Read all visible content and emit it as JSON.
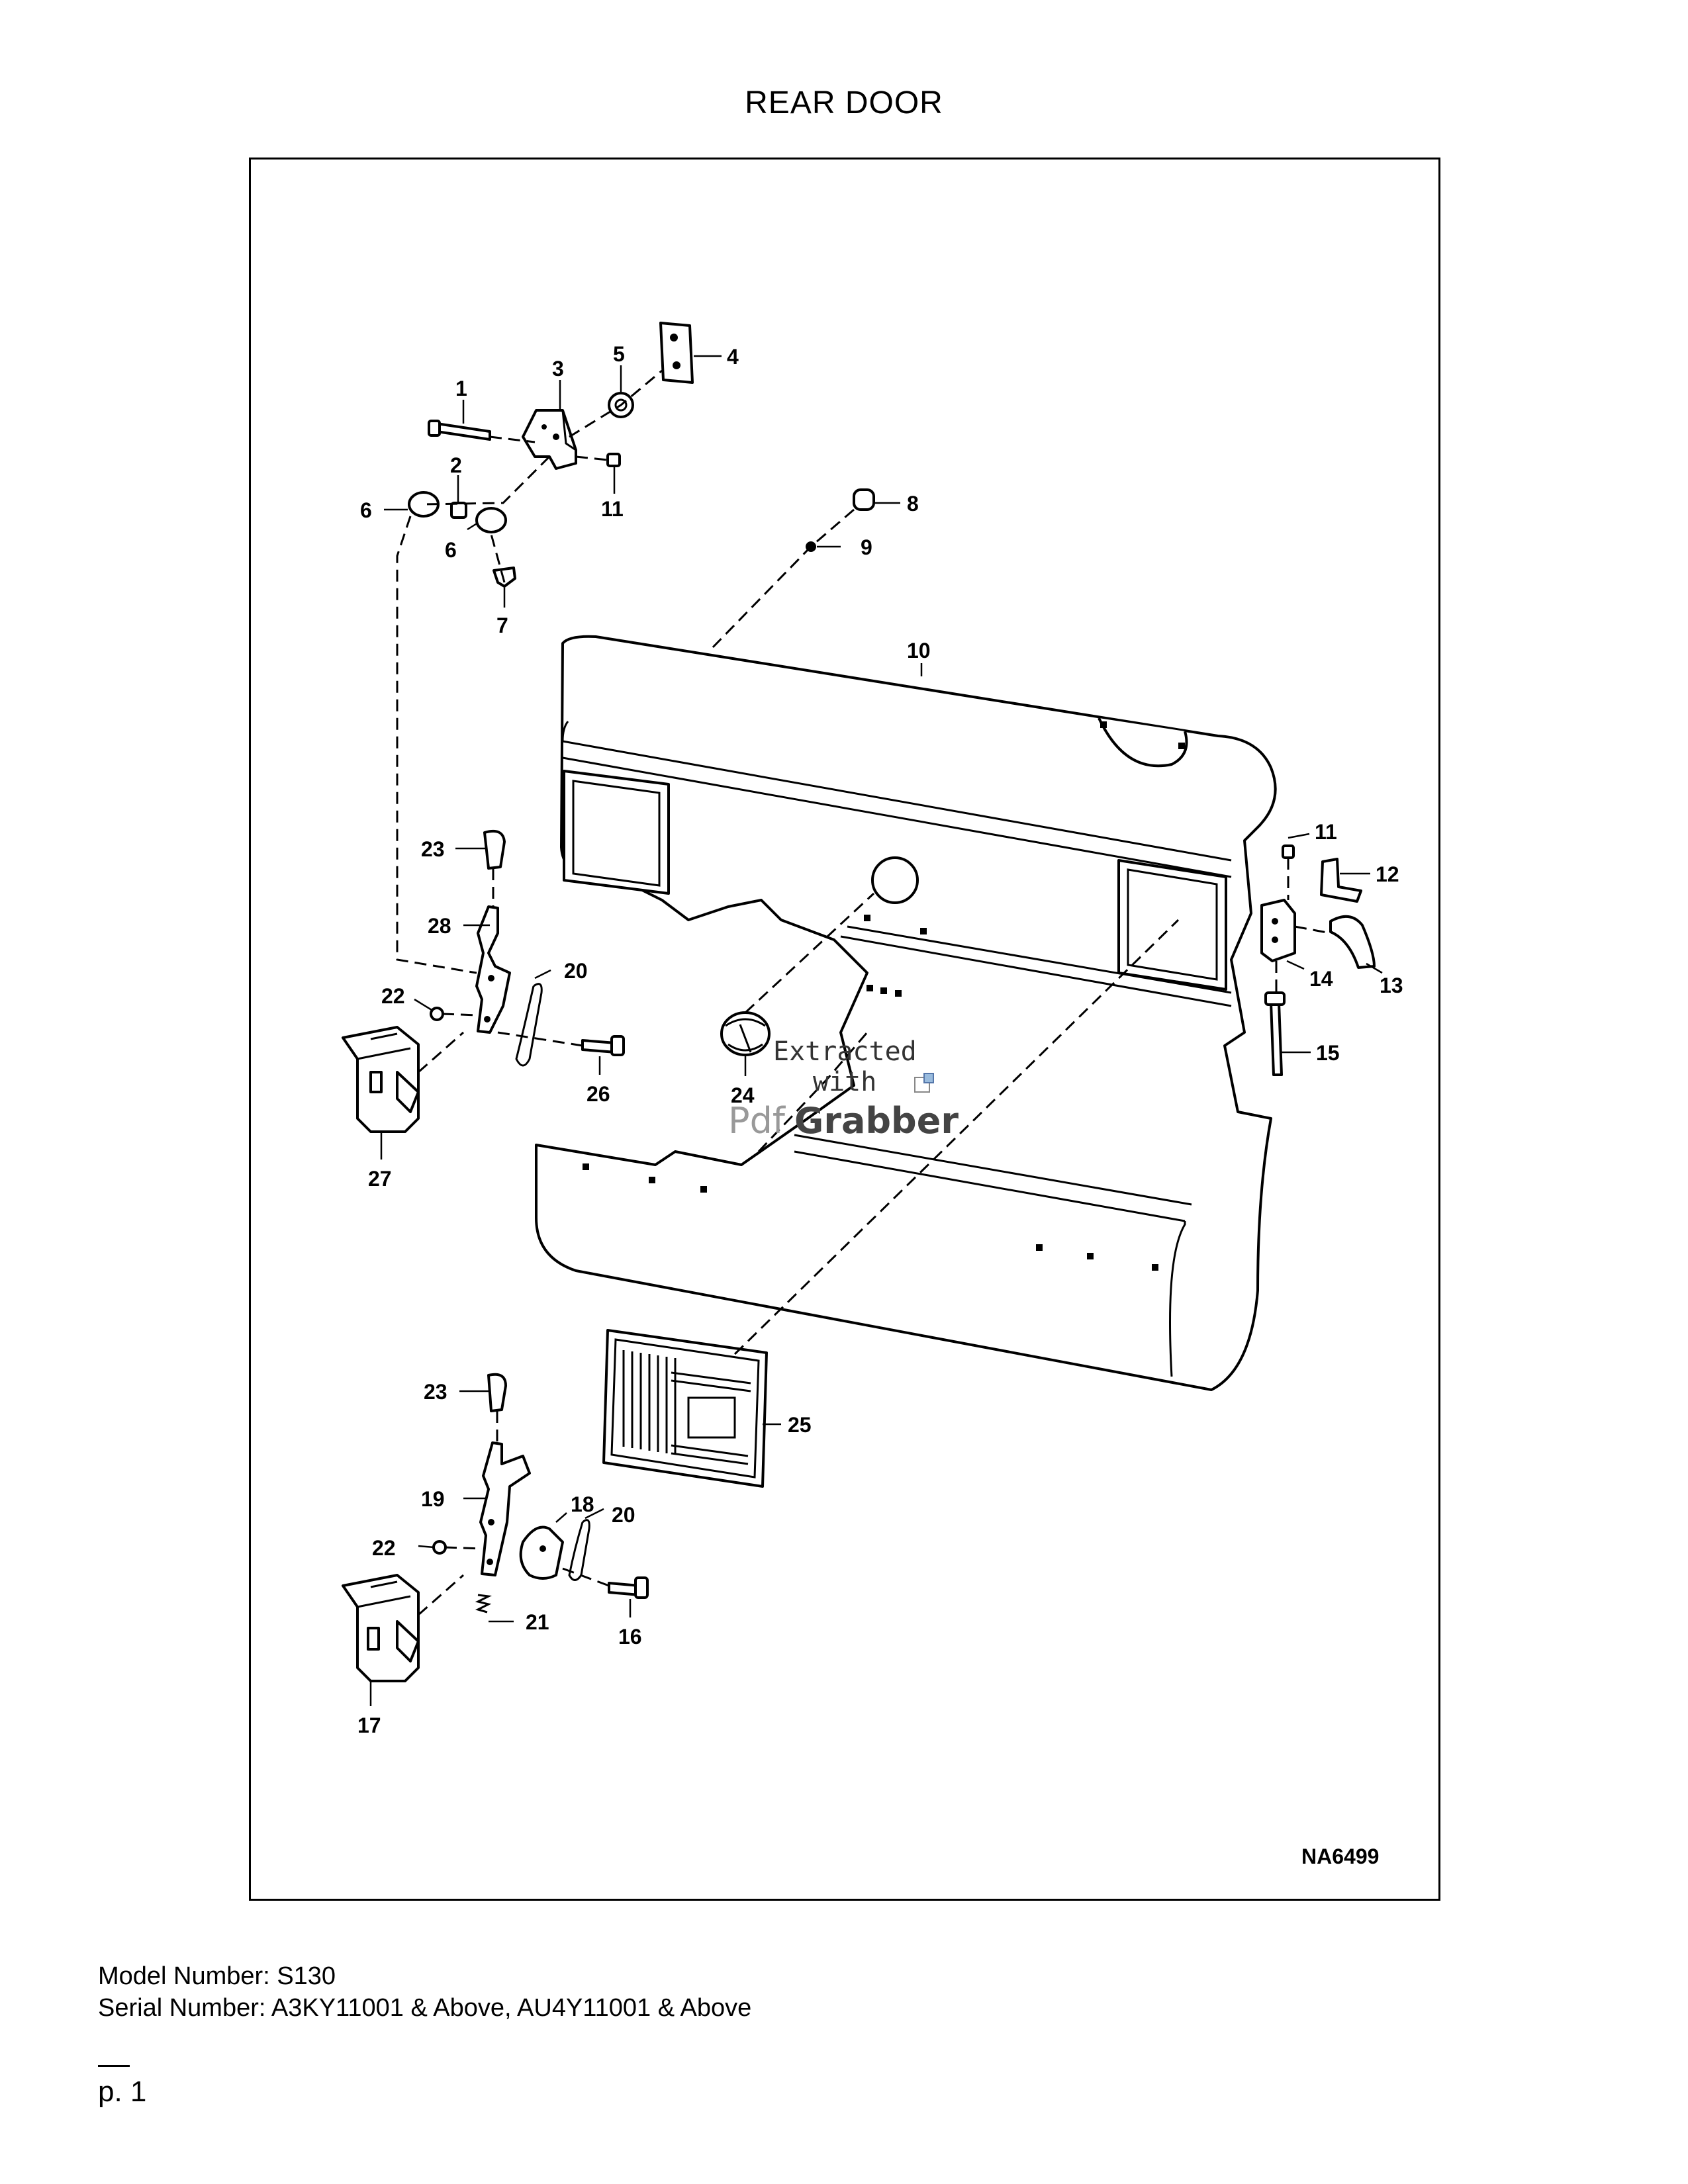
{
  "page": {
    "title": "REAR DOOR",
    "figure_ref": "NA6499",
    "model_line": "Model Number: S130",
    "serial_line": "Serial Number: A3KY11001 & Above, AU4Y11001 & Above",
    "page_number": "p. 1"
  },
  "watermark": {
    "line1": "Extracted",
    "line2": "with",
    "brand_a": "Pdf",
    "brand_b": "Grabber"
  },
  "callouts": {
    "c1": "1",
    "c2": "2",
    "c3": "3",
    "c4": "4",
    "c5": "5",
    "c6a": "6",
    "c6b": "6",
    "c7": "7",
    "c8": "8",
    "c9": "9",
    "c10": "10",
    "c11a": "11",
    "c11b": "11",
    "c12": "12",
    "c13": "13",
    "c14": "14",
    "c15": "15",
    "c16": "16",
    "c17": "17",
    "c18": "18",
    "c19": "19",
    "c20a": "20",
    "c20b": "20",
    "c21": "21",
    "c22a": "22",
    "c22b": "22",
    "c23a": "23",
    "c23b": "23",
    "c24": "24",
    "c25": "25",
    "c26": "26",
    "c27": "27",
    "c28": "28"
  }
}
